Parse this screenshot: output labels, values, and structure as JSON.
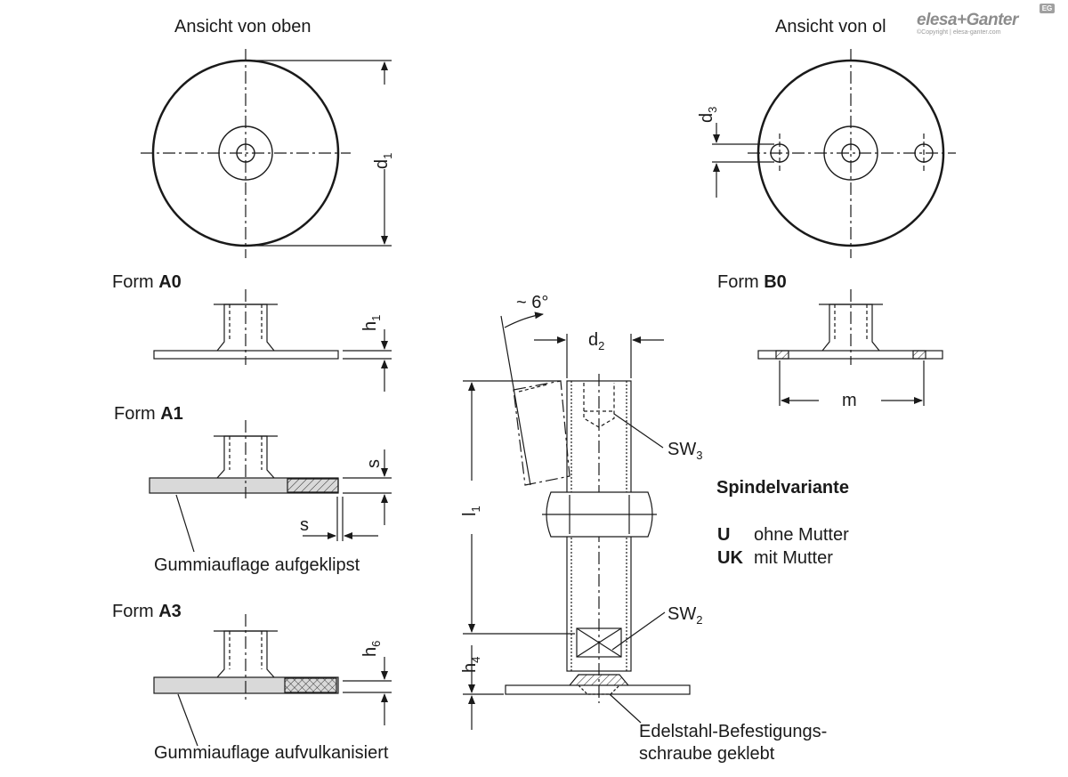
{
  "views": {
    "top_view_left": "Ansicht von oben",
    "top_view_right": "Ansicht von ol"
  },
  "forms": {
    "a0": {
      "prefix": "Form ",
      "code": "A0"
    },
    "a1": {
      "prefix": "Form ",
      "code": "A1"
    },
    "a3": {
      "prefix": "Form ",
      "code": "A3"
    },
    "b0": {
      "prefix": "Form ",
      "code": "B0"
    }
  },
  "dimensions": {
    "d1": {
      "base": "d",
      "sub": "1"
    },
    "d2": {
      "base": "d",
      "sub": "2"
    },
    "d3": {
      "base": "d",
      "sub": "3"
    },
    "h1": {
      "base": "h",
      "sub": "1"
    },
    "h4": {
      "base": "h",
      "sub": "4"
    },
    "h6": {
      "base": "h",
      "sub": "6"
    },
    "l1": {
      "base": "l",
      "sub": "1"
    },
    "s_vertical": "s",
    "s_horizontal": "s",
    "m": "m",
    "sw2": {
      "base": "SW",
      "sub": "2"
    },
    "sw3": {
      "base": "SW",
      "sub": "3"
    },
    "angle": "~ 6°"
  },
  "annotations": {
    "rubber_clipped": "Gummiauflage aufgeklipst",
    "rubber_vulcanized": "Gummiauflage aufvulkanisiert",
    "screw_line1": "Edelstahl-Befestigungs-",
    "screw_line2": "schraube geklebt"
  },
  "spindle": {
    "title": "Spindelvariante",
    "variants": [
      {
        "code": "U",
        "desc": "ohne Mutter"
      },
      {
        "code": "UK",
        "desc": "mit Mutter"
      }
    ]
  },
  "logo": {
    "brand": "elesa+Ganter",
    "copyright": "©Copyright | elesa-ganter.com",
    "badge": "EG"
  },
  "colors": {
    "line": "#1a1a1a",
    "rubber_fill": "#d9d9d9",
    "logo_gray": "#8c8c8c"
  }
}
